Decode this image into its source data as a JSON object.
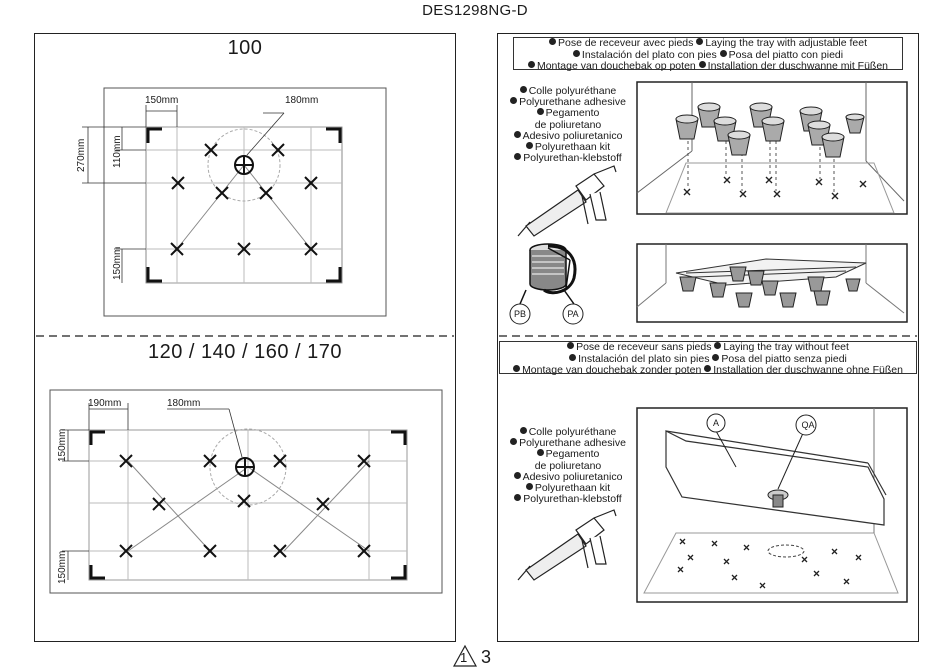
{
  "document": {
    "code": "DES1298NG-D",
    "footer_warning_number": "1",
    "page_number": "3"
  },
  "left_top": {
    "model_label": "100",
    "dim_horizontal": "150mm",
    "dim_hole": "180mm",
    "dim_vertical_total": "270mm",
    "dim_vertical_inner": "110mm",
    "dim_vertical_bottom": "150mm"
  },
  "left_bottom": {
    "model_label": "120 / 140 / 160 / 170",
    "dim_horizontal": "190mm",
    "dim_hole": "180mm",
    "dim_vertical_top": "150mm",
    "dim_vertical_bottom": "150mm"
  },
  "right_top": {
    "title_lines": [
      [
        "Pose de receveur avec pieds",
        "Laying the tray with adjustable feet"
      ],
      [
        "Instalación del plato con pies",
        "Posa del piatto con piedi"
      ],
      [
        "Montage van douchebak op poten",
        "Installation der duschwanne mit Füßen"
      ]
    ],
    "adhesive_lines": [
      {
        "bullet": true,
        "text": "Colle polyuréthane"
      },
      {
        "bullet": true,
        "text": "Polyurethane adhesive"
      },
      {
        "bullet": true,
        "text": "Pegamento"
      },
      {
        "bullet": false,
        "text": "de poliuretano"
      },
      {
        "bullet": true,
        "text": "Adesivo poliuretanico"
      },
      {
        "bullet": true,
        "text": "Polyurethaan kit"
      },
      {
        "bullet": true,
        "text": "Polyurethan-klebstoff"
      }
    ],
    "foot_labels": {
      "pb": "PB",
      "pa": "PA"
    }
  },
  "right_bottom": {
    "title_lines": [
      [
        "Pose de receveur sans pieds",
        "Laying the tray without feet"
      ],
      [
        "Instalación del plato sin pies",
        "Posa del piatto senza piedi"
      ],
      [
        "Montage van douchebak zonder poten",
        "Installation der duschwanne ohne Füßen"
      ]
    ],
    "adhesive_lines": [
      {
        "bullet": true,
        "text": "Colle polyuréthane"
      },
      {
        "bullet": true,
        "text": "Polyurethane adhesive"
      },
      {
        "bullet": true,
        "text": "Pegamento"
      },
      {
        "bullet": false,
        "text": "de poliuretano"
      },
      {
        "bullet": true,
        "text": "Adesivo poliuretanico"
      },
      {
        "bullet": true,
        "text": "Polyurethaan kit"
      },
      {
        "bullet": true,
        "text": "Polyurethan-klebstoff"
      }
    ],
    "callouts": {
      "a": "A",
      "qa": "QA"
    }
  }
}
